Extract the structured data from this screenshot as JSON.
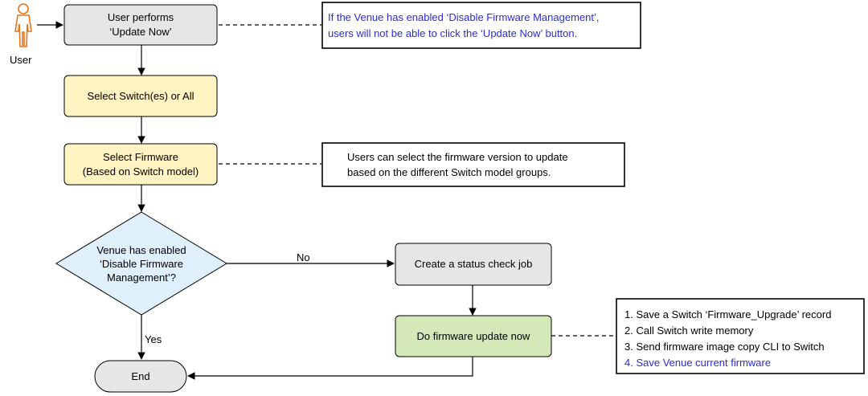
{
  "actor": {
    "label": "User",
    "icon": "person-icon",
    "color": "#e8731a"
  },
  "colors": {
    "gray_fill": "#e6e6e6",
    "yellow_fill": "#fff4c2",
    "blue_fill": "#dff0fa",
    "green_fill": "#d5e8b8",
    "note_text_blue": "#2b2bd6"
  },
  "nodes": {
    "user_update": {
      "line1": "User performs",
      "line2": "‘Update Now’"
    },
    "select_switch": {
      "line1": "Select Switch(es) or All"
    },
    "select_firmware": {
      "line1": "Select Firmware",
      "line2": "(Based on Switch model)"
    },
    "decision": {
      "line1": "Venue has enabled",
      "line2": "‘Disable Firmware",
      "line3": "Management’?"
    },
    "status_job": {
      "line1": "Create a status check job"
    },
    "firmware_update": {
      "line1": "Do firmware update now"
    },
    "end": {
      "line1": "End"
    }
  },
  "edges": {
    "no_label": "No",
    "yes_label": "Yes"
  },
  "notes": {
    "disable_mgmt": {
      "line1": "If the Venue has enabled ‘Disable Firmware Management’,",
      "line2": "users will not be able to click the ‘Update Now’ button."
    },
    "firmware_version": {
      "line1": "Users can select the firmware version to update",
      "line2": "based on the different Switch model groups."
    },
    "steps": {
      "item1": "1. Save a Switch ‘Firmware_Upgrade’ record",
      "item2": "2. Call Switch write memory",
      "item3": "3. Send firmware image copy CLI to Switch",
      "item4": "4. Save Venue current firmware"
    }
  }
}
